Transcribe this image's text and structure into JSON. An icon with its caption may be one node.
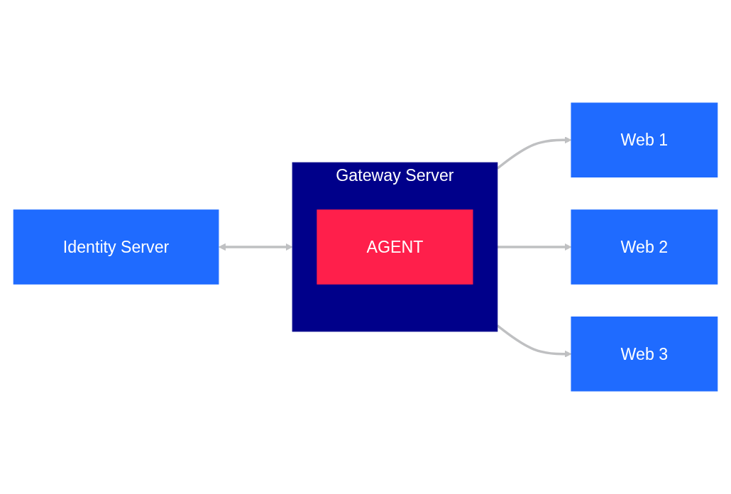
{
  "diagram": {
    "nodes": [
      {
        "text": [
          "Identity Server"
        ]
      },
      {
        "text": [
          "Gateway Server"
        ]
      },
      {
        "text": [
          "AGENT"
        ],
        "in": 1
      },
      {
        "text": [
          "Web 1"
        ]
      },
      {
        "text": [
          "Web 2"
        ]
      },
      {
        "text": [
          "Web 3"
        ]
      }
    ],
    "edges": [
      {
        "from": 0,
        "to": 1,
        "arrow": "both"
      },
      {
        "from": 1,
        "to": 3,
        "arrow": "to"
      },
      {
        "from": 1,
        "to": 4,
        "arrow": "to"
      },
      {
        "from": 1,
        "to": 5,
        "arrow": "to"
      }
    ]
  }
}
